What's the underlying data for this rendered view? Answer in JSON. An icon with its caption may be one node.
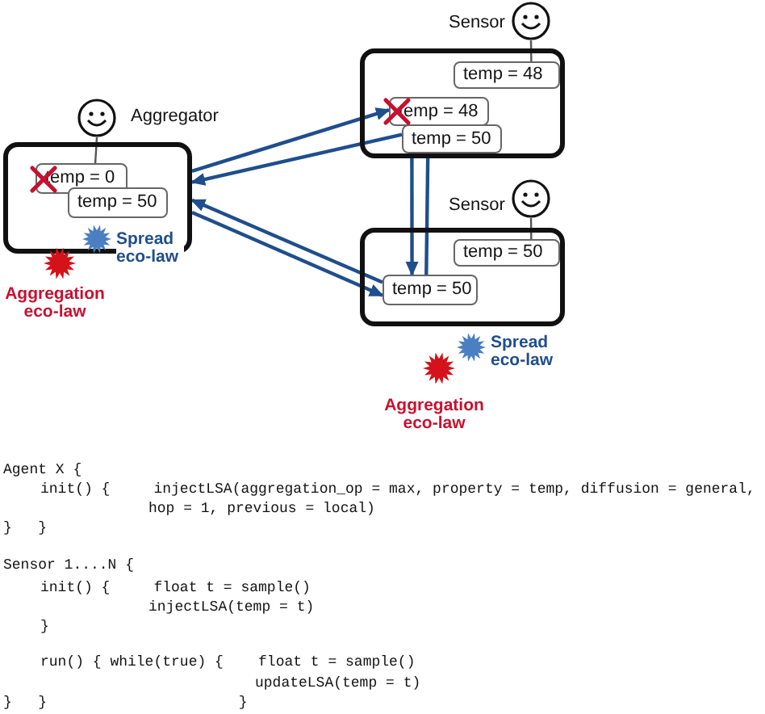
{
  "diagram": {
    "nodes": [
      {
        "text": [],
        "shape": "person",
        "beside": [
          "Aggregator"
        ]
      },
      {
        "text": [],
        "shape": "box"
      },
      {
        "text": [
          "temp = 0"
        ],
        "in": 1
      },
      {
        "text": [
          "temp = 50"
        ],
        "in": 1
      },
      {
        "text": [],
        "shape": "person",
        "beside": [
          "Sensor"
        ]
      },
      {
        "text": [],
        "shape": "box"
      },
      {
        "text": [
          "temp = 48"
        ],
        "in": 5
      },
      {
        "text": [
          "temp = 48"
        ],
        "in": 5
      },
      {
        "text": [
          "temp = 50"
        ],
        "in": 5
      },
      {
        "text": [],
        "shape": "person",
        "beside": [
          "Sensor"
        ]
      },
      {
        "text": [],
        "shape": "box"
      },
      {
        "text": [
          "temp = 50"
        ],
        "in": 10
      },
      {
        "text": [
          "temp = 50"
        ],
        "in": 10
      }
    ],
    "edges": [
      {
        "from": 0,
        "to": 2,
        "arrow": "none",
        "color": "#555555"
      },
      {
        "from": 4,
        "to": 6,
        "arrow": "none",
        "color": "#555555"
      },
      {
        "from": 9,
        "to": 11,
        "arrow": "none",
        "color": "#555555"
      },
      {
        "from": 1,
        "to": 7,
        "arrow": "to"
      },
      {
        "from": 8,
        "to": 1,
        "arrow": "to"
      },
      {
        "from": 12,
        "to": 1,
        "arrow": "to"
      },
      {
        "from": 1,
        "to": 12,
        "arrow": "to"
      },
      {
        "from": 8,
        "to": 12,
        "arrow": "to"
      },
      {
        "from": 12,
        "to": 8,
        "arrow": "none"
      }
    ],
    "labels": [
      "Spread eco-law",
      "Aggregation eco-law",
      "Spread eco-law",
      "Aggregation eco-law",
      "Agent X {",
      "init() {     injectLSA(aggregation_op = max, property = temp, diffusion = general,",
      "hop = 1, previous = local)",
      "}   }",
      "Sensor 1....N {",
      "init() {     float t = sample()",
      "injectLSA(temp = t)",
      "}",
      "run() { while(true) {    float t = sample()",
      "updateLSA(temp = t)",
      "}   }                      }"
    ]
  }
}
